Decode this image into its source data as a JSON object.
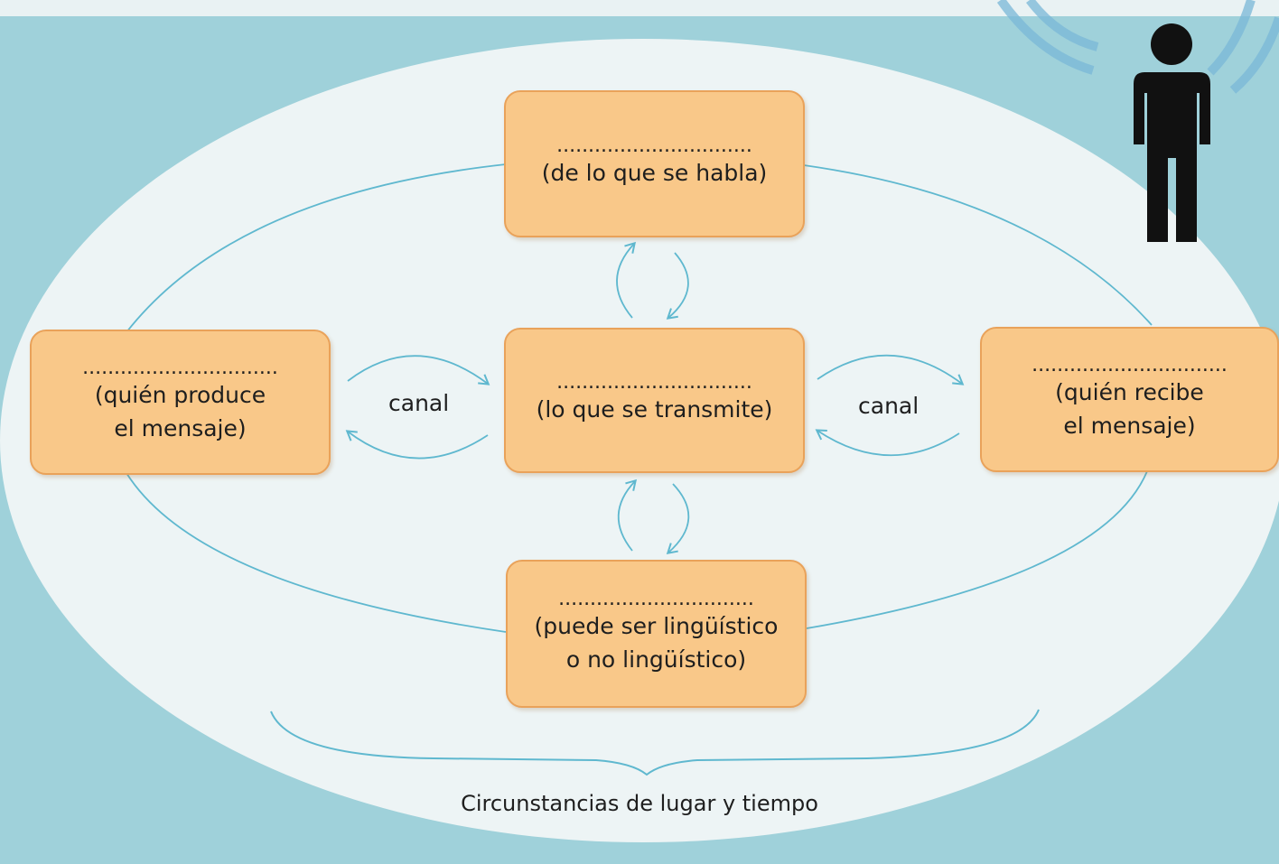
{
  "diagram": {
    "colors": {
      "background": "#9fd1da",
      "ellipse": "#f3f6f6",
      "box_fill": "#f9c889",
      "box_border": "#e9a25a",
      "line": "#5fb8cf",
      "person": "#111111"
    },
    "icons": [
      "person-icon"
    ],
    "boxes": {
      "top": {
        "blank": "...............................",
        "desc": "(de lo que se habla)"
      },
      "center": {
        "blank": "...............................",
        "desc": "(lo que se transmite)"
      },
      "left": {
        "blank": "...............................",
        "desc": "(quién produce\nel mensaje)"
      },
      "right": {
        "blank": "...............................",
        "desc": "(quién recibe\nel mensaje)"
      },
      "bottom": {
        "blank": "...............................",
        "desc": "(puede ser lingüístico\no no lingüístico)"
      }
    },
    "channel_left": "canal",
    "channel_right": "canal",
    "circumstances": "Circunstancias de lugar y tiempo"
  }
}
